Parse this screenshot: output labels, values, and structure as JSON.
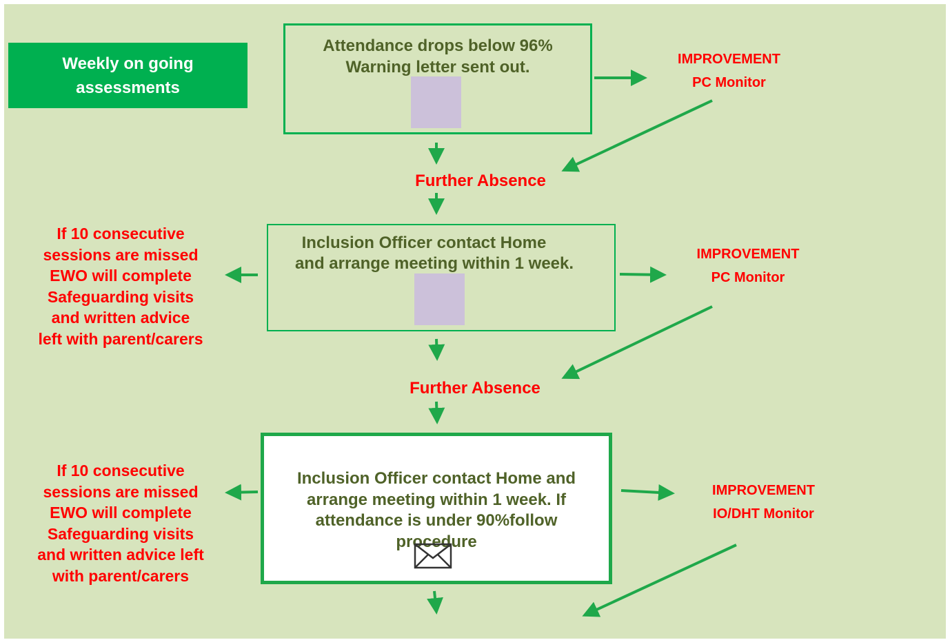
{
  "header_box": {
    "lines": [
      "Weekly on going",
      "assessments"
    ]
  },
  "step1": {
    "lines": [
      "Attendance drops below 96%",
      "Warning letter sent out."
    ]
  },
  "improvement1": {
    "title": "IMPROVEMENT",
    "subtitle": "PC Monitor"
  },
  "further_absence_1": "Further Absence",
  "step2": {
    "lines": [
      "Inclusion Officer contact Home",
      "and arrange meeting within 1 week."
    ]
  },
  "improvement2": {
    "title": "IMPROVEMENT",
    "subtitle": "PC Monitor"
  },
  "left_note_1": {
    "lines": [
      "If 10 consecutive",
      "sessions are missed",
      "EWO will complete",
      "Safeguarding visits",
      "and written advice",
      "left with parent/carers"
    ]
  },
  "further_absence_2": "Further Absence",
  "step3": {
    "lines": [
      "Inclusion Officer contact Home and",
      "arrange meeting within 1 week. If",
      "attendance is under 90%follow",
      "procedure"
    ]
  },
  "improvement3": {
    "title": "IMPROVEMENT",
    "subtitle": "IO/DHT Monitor"
  },
  "left_note_2": {
    "lines": [
      "If 10 consecutive",
      "sessions are missed",
      "EWO will complete",
      "Safeguarding visits",
      "and written advice left",
      "with parent/carers"
    ]
  },
  "colors": {
    "background": "#d7e4bd",
    "accent_green": "#00b050",
    "arrow_green": "#1fa84a",
    "box_text": "#4f6228",
    "alert_red": "#ff0000",
    "placeholder": "#ccc1da"
  },
  "icons": {
    "attachment_icon": "envelope-icon"
  }
}
